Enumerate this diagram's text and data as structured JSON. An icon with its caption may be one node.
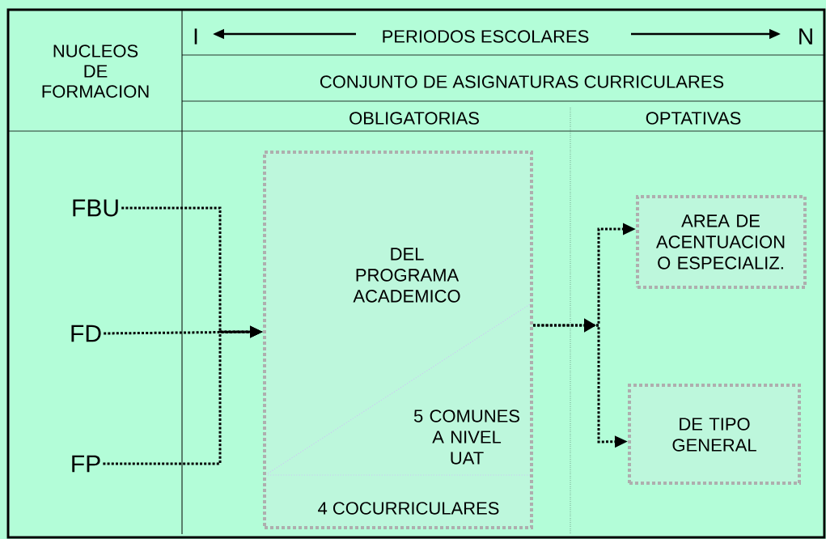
{
  "diagram": {
    "nodes": [
      {
        "text": [
          "FBU"
        ]
      },
      {
        "text": [
          "FD"
        ]
      },
      {
        "text": [
          "FP"
        ]
      },
      {
        "text": [
          "DEL PROGRAMA ACADEMICO",
          "5 COMUNES A NIVEL UAT",
          "4 COCURRICULARES"
        ]
      },
      {
        "text": [
          "AREA DE ACENTUACION O ESPECIALIZ."
        ]
      },
      {
        "text": [
          "DE TIPO GENERAL"
        ]
      }
    ],
    "edges": [
      {
        "from": 0,
        "to": 3,
        "arrow": "to"
      },
      {
        "from": 1,
        "to": 3,
        "arrow": "to"
      },
      {
        "from": 2,
        "to": 3,
        "arrow": "to"
      },
      {
        "from": 3,
        "to": 4,
        "arrow": "to"
      },
      {
        "from": 3,
        "to": 5,
        "arrow": "to"
      }
    ],
    "labels": [
      "NUCLEOS DE FORMACION",
      "I",
      "PERIODOS ESCOLARES",
      "N",
      "CONJUNTO DE ASIGNATURAS CURRICULARES",
      "OBLIGATORIAS",
      "OPTATIVAS"
    ]
  }
}
